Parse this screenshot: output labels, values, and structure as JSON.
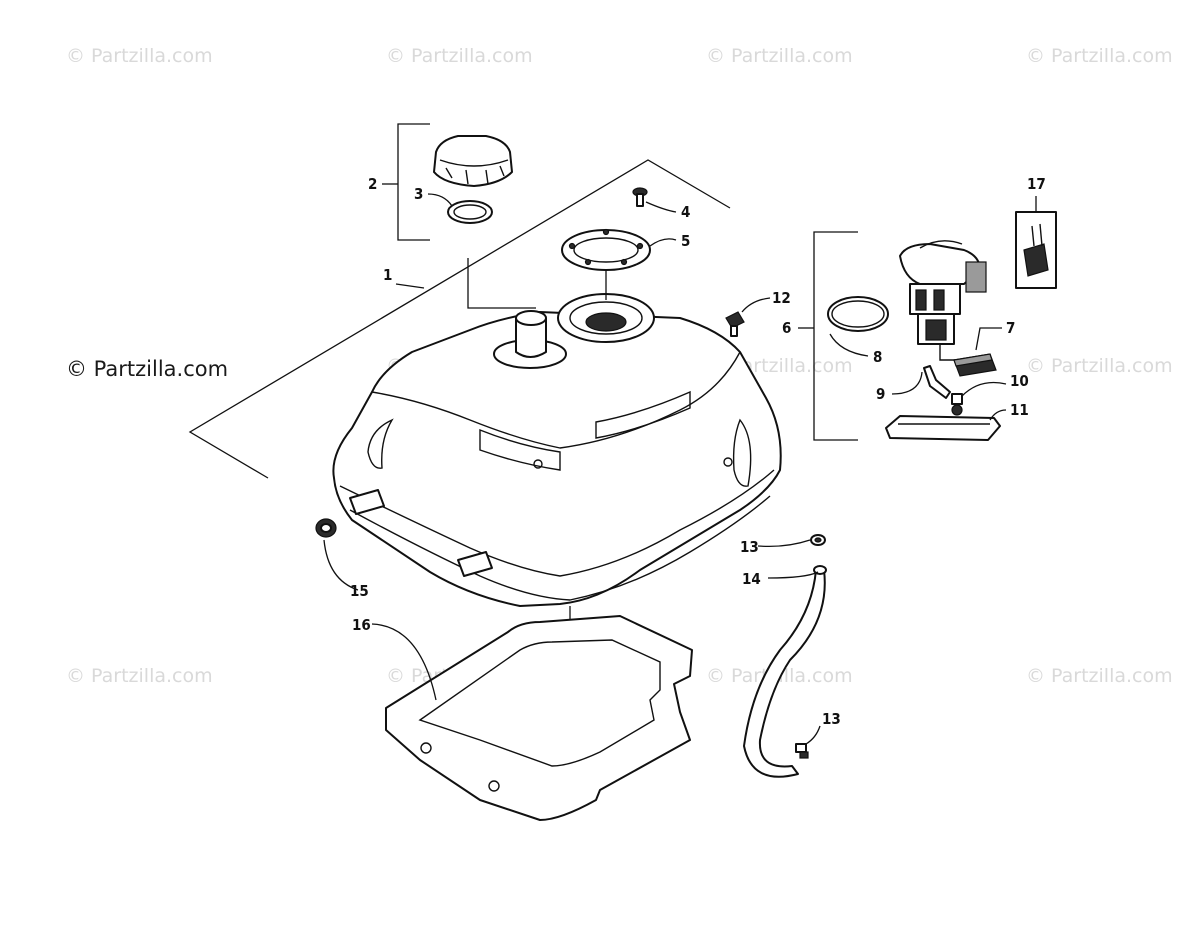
{
  "watermarks": {
    "main": "© Partzilla.com",
    "faint": "© Partzilla.com"
  },
  "callouts": {
    "c1": "1",
    "c2": "2",
    "c3": "3",
    "c4": "4",
    "c5": "5",
    "c6": "6",
    "c7": "7",
    "c8": "8",
    "c9": "9",
    "c10": "10",
    "c11": "11",
    "c12": "12",
    "c13a": "13",
    "c13b": "13",
    "c14": "14",
    "c15": "15",
    "c16": "16",
    "c17": "17"
  }
}
